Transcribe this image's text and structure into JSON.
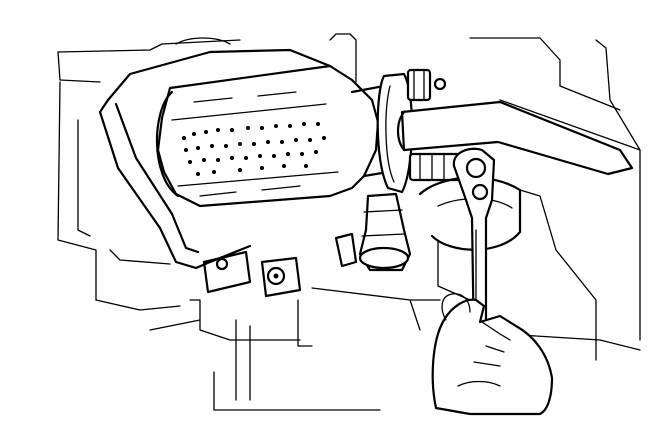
{
  "figure": {
    "kind": "technical line drawing",
    "colors": {
      "line": "#000000",
      "background": "#ffffff"
    },
    "parts": [
      "catalytic-converter",
      "heat-shield",
      "exhaust-pipe",
      "exhaust-flange",
      "flange-bolt",
      "front-pipe-joint",
      "mounting-bracket",
      "box-wrench",
      "hand"
    ]
  }
}
